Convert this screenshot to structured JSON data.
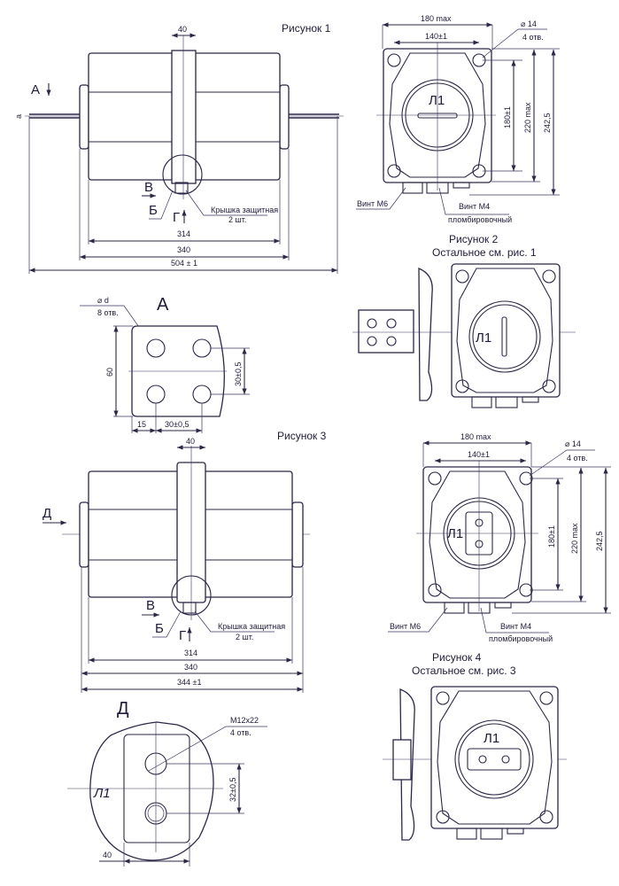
{
  "figures": {
    "fig1": {
      "title": "Рисунок 1",
      "dim_band": "40",
      "view_a": "А",
      "dim_a": "а",
      "view_v": "В",
      "view_b": "Б",
      "view_g": "Г",
      "cover_label": "Крышка защитная",
      "cover_qty": "2 шт.",
      "dim_314": "314",
      "dim_340": "340",
      "dim_total": "504 ± 1"
    },
    "fig2": {
      "title": "Рисунок 2",
      "subtitle": "Остальное см. рис. 1",
      "dim_width": "180 max",
      "dim_holes": "140±1",
      "hole_dia": "⌀ 14",
      "hole_qty": "4 отв.",
      "dim_v_holes": "180±1",
      "dim_v_body": "220 max",
      "dim_v_total": "242,5",
      "marking": "Л1",
      "screw_m6": "Винт М6",
      "screw_m4": "Винт М4",
      "screw_m4_note": "пломбировочный"
    },
    "view_a": {
      "title": "А",
      "hole_dia": "⌀ d",
      "hole_qty": "8 отв.",
      "dim_height": "60",
      "dim_v_pitch": "30±0,5",
      "dim_edge": "15",
      "dim_h_pitch": "30±0,5"
    },
    "fig3": {
      "title": "Рисунок 3",
      "dim_band": "40",
      "view_d": "Д",
      "view_v": "В",
      "view_b": "Б",
      "view_g": "Г",
      "cover_label": "Крышка защитная",
      "cover_qty": "2 шт.",
      "dim_314": "314",
      "dim_340": "340",
      "dim_total": "344 ±1"
    },
    "fig3_front": {
      "dim_width": "180 max",
      "dim_holes": "140±1",
      "hole_dia": "⌀ 14",
      "hole_qty": "4 отв.",
      "dim_v_holes": "180±1",
      "dim_v_body": "220 max",
      "dim_v_total": "242,5",
      "marking": "Л1",
      "screw_m6": "Винт М6",
      "screw_m4": "Винт М4",
      "screw_m4_note": "пломбировочный"
    },
    "fig4": {
      "title": "Рисунок 4",
      "subtitle": "Остальное см. рис. 3",
      "marking": "Л1"
    },
    "view_d": {
      "title": "Д",
      "thread": "М12х22",
      "hole_qty": "4 отв.",
      "dim_pitch": "32±0,5",
      "marking": "Л1",
      "dim_width": "40"
    }
  }
}
